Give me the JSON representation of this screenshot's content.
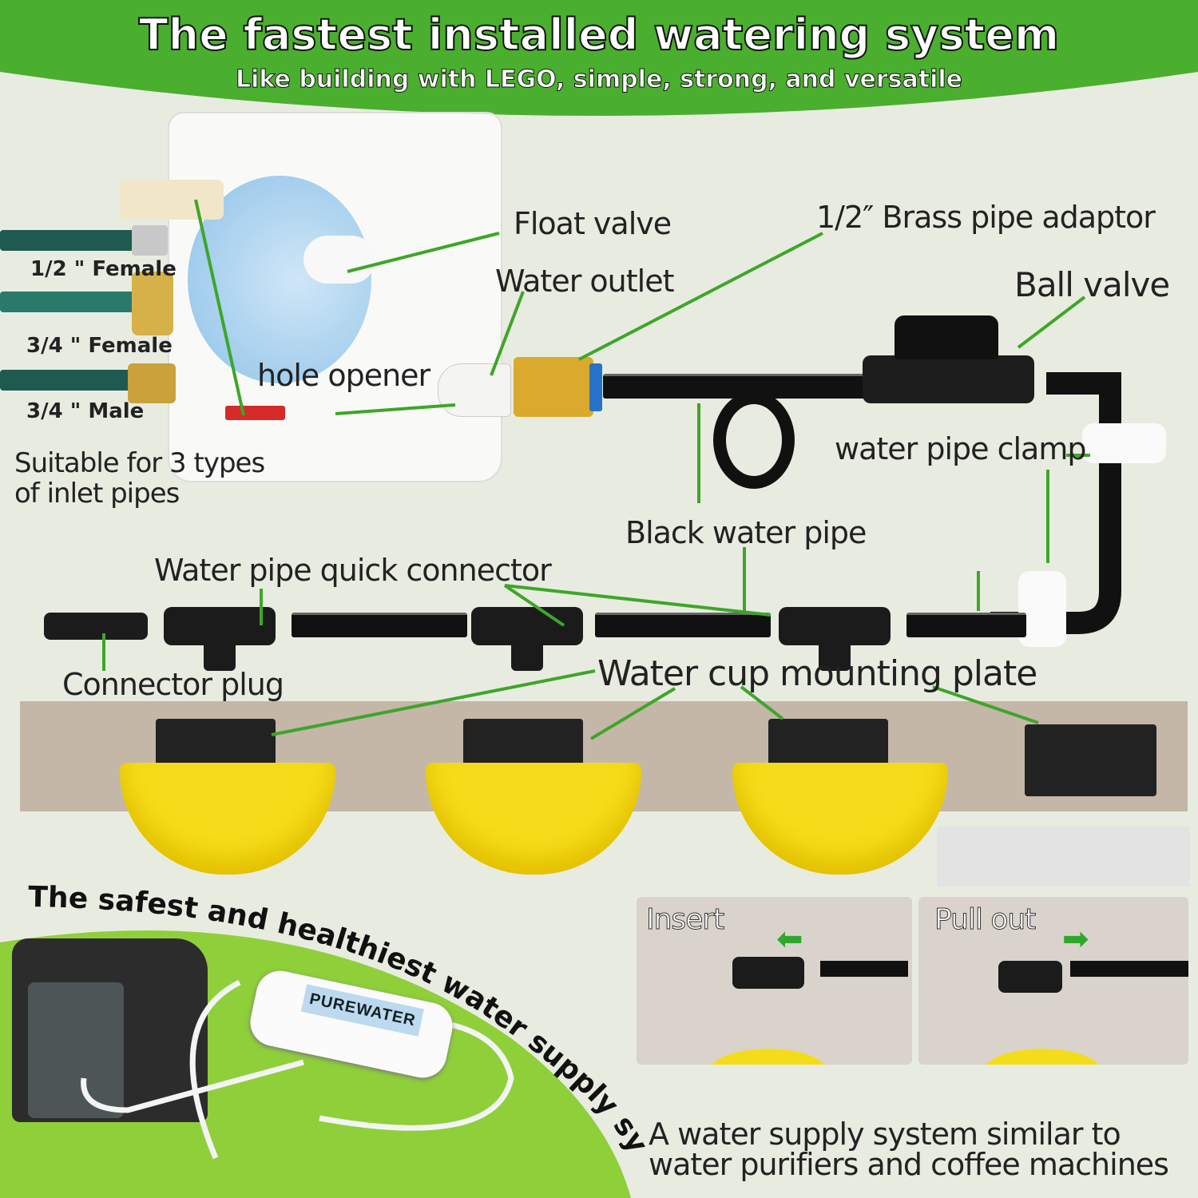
{
  "header": {
    "title": "The fastest installed watering system",
    "subtitle": "Like building with LEGO, simple, strong, and versatile"
  },
  "inlet": {
    "types": [
      "1/2 \" Female",
      "3/4 \" Female",
      "3/4 \" Male"
    ],
    "caption_line1": "Suitable for 3 types",
    "caption_line2": "of inlet pipes"
  },
  "labels": {
    "float_valve": "Float valve",
    "water_outlet": "Water outlet",
    "brass_adaptor": "1/2″ Brass pipe adaptor",
    "ball_valve": "Ball valve",
    "hole_opener": "hole opener",
    "pipe_clamp": "water pipe clamp",
    "black_pipe": "Black water pipe",
    "quick_connector": "Water pipe quick connector",
    "connector_plug": "Connector plug",
    "mounting_plate": "Water cup mounting plate"
  },
  "demo": {
    "insert": "Insert",
    "pull_out": "Pull out"
  },
  "bottom": {
    "curved_title": "The safest and healthiest water supply system",
    "filter_logo": "PUREWATER",
    "caption_line1": "A water supply system similar to",
    "caption_line2": "water purifiers and coffee machines"
  },
  "colors": {
    "green": "#4aae2e",
    "lime": "#8fcf3a",
    "cup_yellow": "#f5dc1a"
  }
}
